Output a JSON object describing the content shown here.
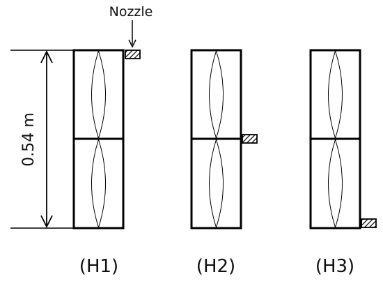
{
  "nozzle_label": "Nozzle",
  "dimension_label": "0.54 m",
  "cases": [
    {
      "label": "(H1)",
      "nozzle_position": "top"
    },
    {
      "label": "(H2)",
      "nozzle_position": "middle"
    },
    {
      "label": "(H3)",
      "nozzle_position": "bottom"
    }
  ],
  "colors": {
    "stroke": "#000000",
    "background": "#ffffff"
  }
}
